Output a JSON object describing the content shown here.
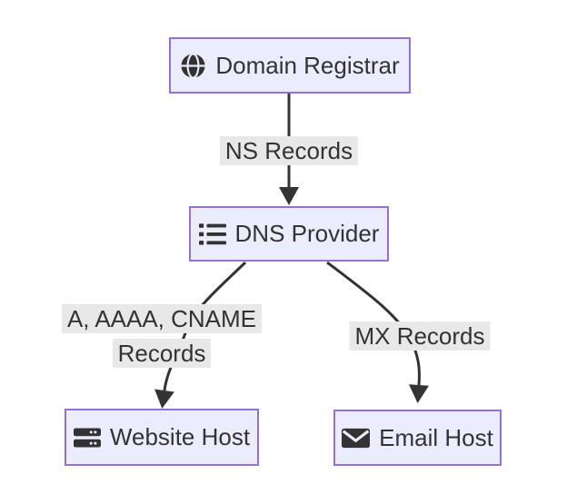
{
  "diagram": {
    "type": "flowchart",
    "background": "#ffffff",
    "colors": {
      "node_fill": "#ECECFF",
      "node_border": "#9370DB",
      "node_text": "#333333",
      "edge_stroke": "#333333",
      "edge_label_bg": "#e8e8e8",
      "edge_label_text": "#333333"
    },
    "nodes": [
      {
        "id": "registrar",
        "label": "Domain Registrar",
        "icon": "globe-icon"
      },
      {
        "id": "dns",
        "label": "DNS Provider",
        "icon": "list-icon"
      },
      {
        "id": "website",
        "label": "Website Host",
        "icon": "server-icon"
      },
      {
        "id": "email",
        "label": "Email Host",
        "icon": "envelope-icon"
      }
    ],
    "edges": [
      {
        "from": "registrar",
        "to": "dns",
        "label": "NS Records"
      },
      {
        "from": "dns",
        "to": "website",
        "label": "A, AAAA, CNAME Records",
        "label_lines": [
          "A, AAAA, CNAME",
          "Records"
        ]
      },
      {
        "from": "dns",
        "to": "email",
        "label": "MX Records"
      }
    ]
  }
}
